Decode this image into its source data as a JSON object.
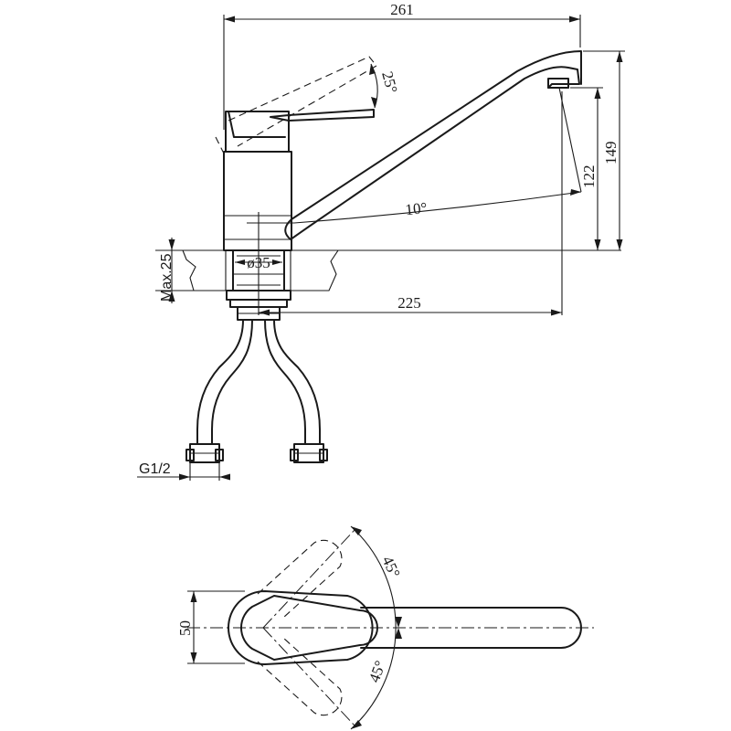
{
  "dimensions": {
    "total_length": "261",
    "lever_angle": "25°",
    "height_spout": "149",
    "height_outlet": "122",
    "spout_angle": "10°",
    "mount_diameter": "ø35",
    "max_thickness": "Max.25",
    "reach": "225",
    "thread": "G1/2",
    "plan_width": "50",
    "rotation_top": "45°",
    "rotation_bottom": "45°"
  }
}
